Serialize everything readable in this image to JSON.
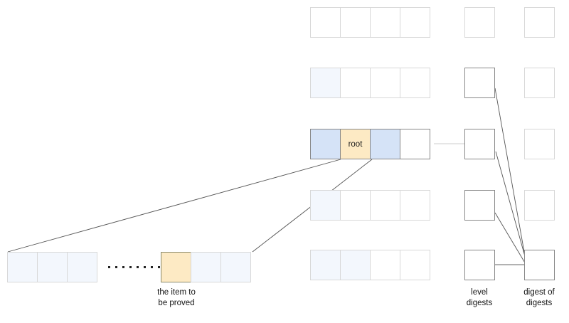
{
  "diagram": {
    "title": "merkle proof level digests diagram",
    "colors": {
      "blue": "#d5e3f7",
      "faint_blue": "#f3f7fd",
      "orange": "#fdeac4",
      "white": "#ffffff",
      "border_light": "#d8d8d8",
      "border_strong": "#888888",
      "line": "#555555",
      "text": "#111111"
    },
    "labels": {
      "item_to_be_proved": "the item to\nbe proved",
      "level_digests": "level\ndigests",
      "digest_of_digests": "digest of\ndigests"
    },
    "rows": [
      {
        "id": "row-1",
        "emphasis": "light",
        "cells": [
          {
            "fill": "white",
            "text": ""
          },
          {
            "fill": "white",
            "text": ""
          },
          {
            "fill": "white",
            "text": ""
          },
          {
            "fill": "white",
            "text": ""
          }
        ],
        "level_digest": {
          "fill": "white",
          "present": true
        },
        "dod_slot": {
          "fill": "white",
          "present": false
        }
      },
      {
        "id": "row-2",
        "emphasis": "light",
        "cells": [
          {
            "fill": "faint",
            "text": ""
          },
          {
            "fill": "white",
            "text": ""
          },
          {
            "fill": "white",
            "text": ""
          },
          {
            "fill": "white",
            "text": ""
          }
        ],
        "level_digest": {
          "fill": "blue",
          "present": true
        },
        "dod_slot": {
          "fill": "white",
          "present": false
        }
      },
      {
        "id": "row-3-root",
        "emphasis": "strong",
        "cells": [
          {
            "fill": "blue",
            "text": ""
          },
          {
            "fill": "orange",
            "text": "root"
          },
          {
            "fill": "blue",
            "text": ""
          },
          {
            "fill": "white",
            "text": ""
          }
        ],
        "level_digest": {
          "fill": "orange",
          "present": true
        },
        "dod_slot": {
          "fill": "white",
          "present": false
        }
      },
      {
        "id": "row-4",
        "emphasis": "light",
        "cells": [
          {
            "fill": "faint",
            "text": ""
          },
          {
            "fill": "white",
            "text": ""
          },
          {
            "fill": "white",
            "text": ""
          },
          {
            "fill": "white",
            "text": ""
          }
        ],
        "level_digest": {
          "fill": "blue",
          "present": true
        },
        "dod_slot": {
          "fill": "white",
          "present": false
        }
      },
      {
        "id": "row-5",
        "emphasis": "light",
        "cells": [
          {
            "fill": "faint",
            "text": ""
          },
          {
            "fill": "faint",
            "text": ""
          },
          {
            "fill": "white",
            "text": ""
          },
          {
            "fill": "white",
            "text": ""
          }
        ],
        "level_digest": {
          "fill": "blue",
          "present": true
        },
        "dod_slot": {
          "fill": "orange",
          "present": true
        }
      }
    ],
    "leaf_row": {
      "id": "leaf-row",
      "left_cells": [
        {
          "fill": "faint",
          "text": ""
        },
        {
          "fill": "faint",
          "text": ""
        },
        {
          "fill": "faint",
          "text": ""
        }
      ],
      "ellipsis_dots": 8,
      "right_cells": [
        {
          "fill": "orange",
          "text": "",
          "name": "item-to-be-proved-cell"
        },
        {
          "fill": "faint",
          "text": ""
        },
        {
          "fill": "faint",
          "text": ""
        }
      ]
    }
  }
}
